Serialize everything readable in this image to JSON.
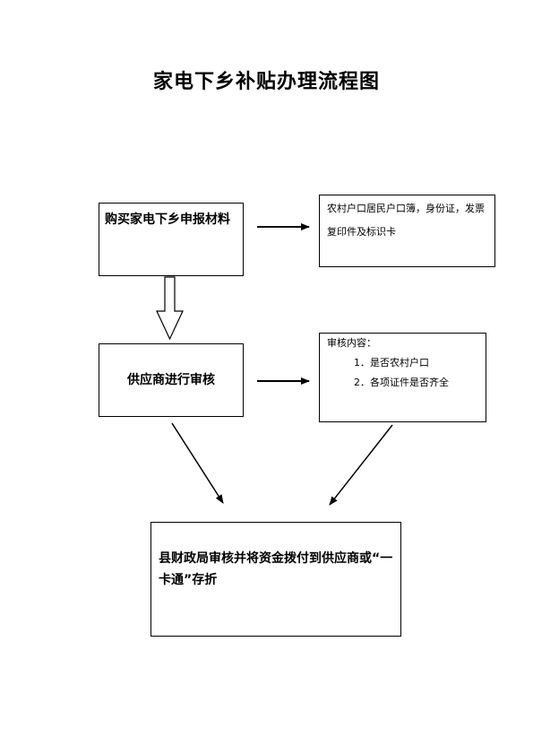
{
  "title": "家电下乡补贴办理流程图",
  "steps": {
    "purchase": "购买家电下乡申报材料",
    "supplier_review": "供应商进行审核",
    "county_finance": "县财政局审核并将资金拨付到供应商或“一卡通”存折"
  },
  "notes": {
    "materials": "农村户口居民户口簿，身份证，发票复印件及标识卡",
    "review_header": "审核内容：",
    "review_items": [
      "1．是否农村户口",
      "2．各项证件是否齐全"
    ]
  }
}
